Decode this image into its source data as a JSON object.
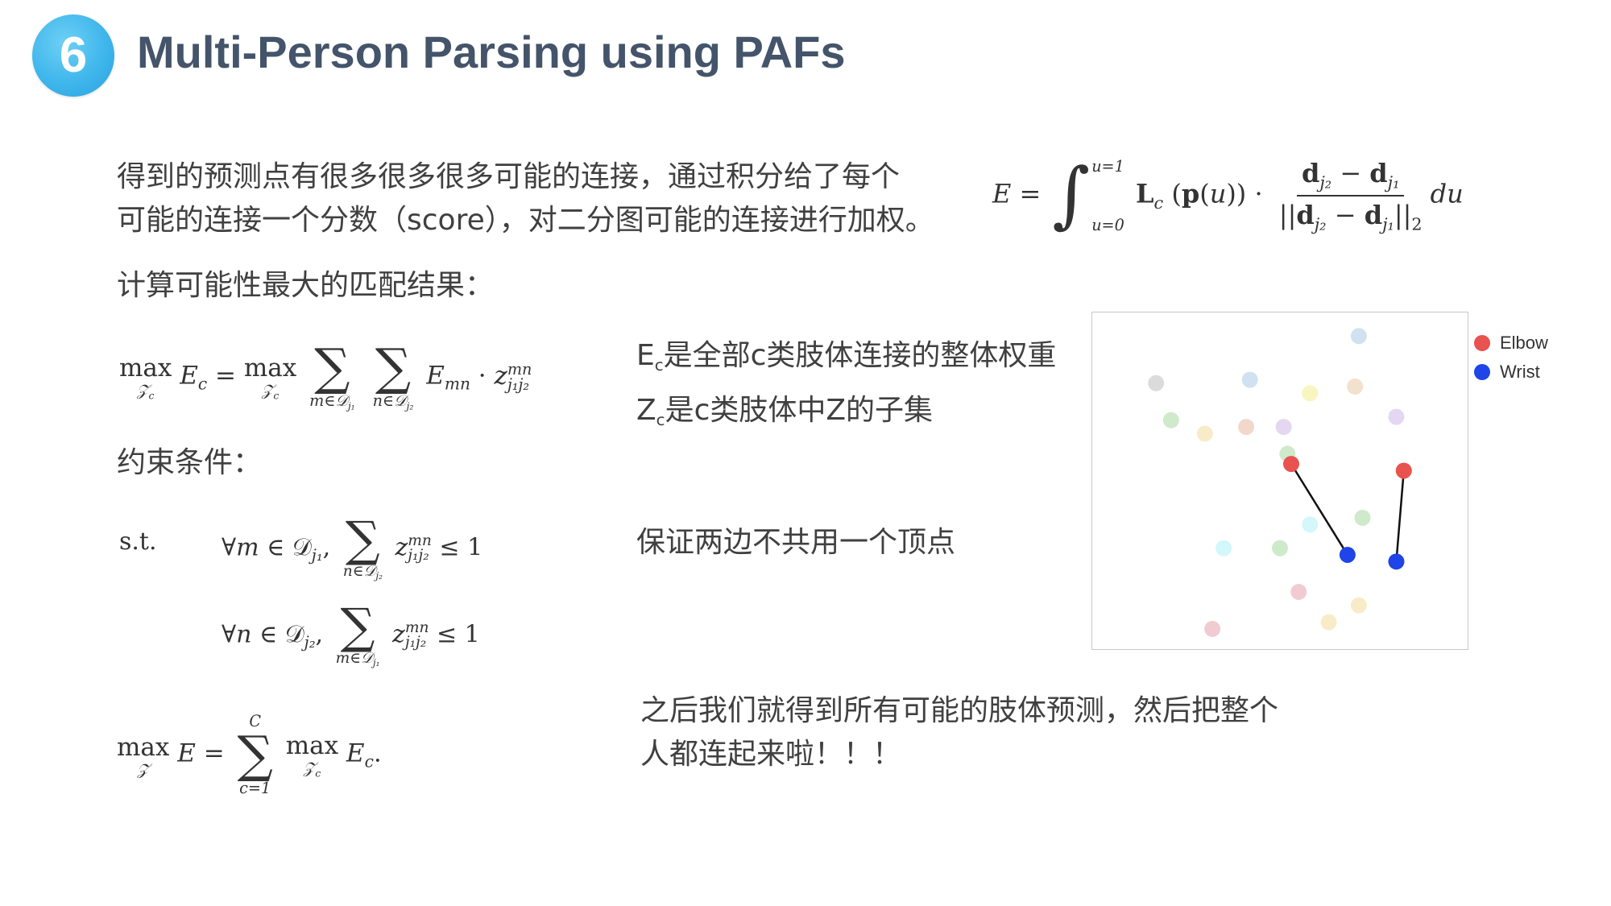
{
  "slide": {
    "number": "6",
    "title": "Multi-Person Parsing using PAFs"
  },
  "text": {
    "para1_line1": "得到的预测点有很多很多很多可能的连接，通过积分给了每个",
    "para1_line2": "可能的连接一个分数（score），对二分图可能的连接进行加权。",
    "compute_max": "计算可能性最大的匹配结果：",
    "constraints": "约束条件：",
    "ec_desc_main": "是全部c类肢体连接的整体权重",
    "ec_desc_prefix": "E",
    "ec_desc_sub": "c",
    "zc_desc_prefix": "Z",
    "zc_desc_sub": "c",
    "zc_desc_main": "是c类肢体中Z的子集",
    "no_shared_vertex": "保证两边不共用一个顶点",
    "final_line1": "之后我们就得到所有可能的肢体预测，然后把整个",
    "final_line2": "人都连起来啦！！！"
  },
  "legend": [
    {
      "label": "Elbow",
      "color": "#e8534f"
    },
    {
      "label": "Wrist",
      "color": "#1f44e8"
    }
  ],
  "chart_data": {
    "type": "scatter",
    "axes_visible": false,
    "grid": false,
    "legend_position": "right-outside-top",
    "series": [
      {
        "name": "Elbow",
        "color": "#e8534f",
        "points": [
          [
            0.53,
            0.45
          ],
          [
            0.83,
            0.47
          ]
        ]
      },
      {
        "name": "Wrist",
        "color": "#1f44e8",
        "points": [
          [
            0.68,
            0.72
          ],
          [
            0.81,
            0.74
          ]
        ]
      }
    ],
    "connections": [
      [
        [
          0.53,
          0.45
        ],
        [
          0.68,
          0.72
        ]
      ],
      [
        [
          0.83,
          0.47
        ],
        [
          0.81,
          0.74
        ]
      ]
    ],
    "faded_points": [
      {
        "x": 0.71,
        "y": 0.07,
        "color": "#a9cbe6"
      },
      {
        "x": 0.42,
        "y": 0.2,
        "color": "#a9cbe6"
      },
      {
        "x": 0.17,
        "y": 0.21,
        "color": "#bdbdbd"
      },
      {
        "x": 0.58,
        "y": 0.24,
        "color": "#f2ec8c"
      },
      {
        "x": 0.7,
        "y": 0.22,
        "color": "#e8c9a3"
      },
      {
        "x": 0.21,
        "y": 0.32,
        "color": "#a7d9a0"
      },
      {
        "x": 0.3,
        "y": 0.36,
        "color": "#f2dc9a"
      },
      {
        "x": 0.41,
        "y": 0.34,
        "color": "#e8b7a3"
      },
      {
        "x": 0.51,
        "y": 0.34,
        "color": "#cdb7e6"
      },
      {
        "x": 0.81,
        "y": 0.31,
        "color": "#cdb7e6"
      },
      {
        "x": 0.52,
        "y": 0.42,
        "color": "#a7d9a0"
      },
      {
        "x": 0.72,
        "y": 0.61,
        "color": "#a7d9a0"
      },
      {
        "x": 0.58,
        "y": 0.63,
        "color": "#aef0f5"
      },
      {
        "x": 0.35,
        "y": 0.7,
        "color": "#aef0f5"
      },
      {
        "x": 0.5,
        "y": 0.7,
        "color": "#a7d9a0"
      },
      {
        "x": 0.55,
        "y": 0.83,
        "color": "#e3a3ad"
      },
      {
        "x": 0.71,
        "y": 0.87,
        "color": "#f2dc9a"
      },
      {
        "x": 0.63,
        "y": 0.92,
        "color": "#f2dc9a"
      },
      {
        "x": 0.32,
        "y": 0.94,
        "color": "#e3a3ad"
      }
    ]
  }
}
